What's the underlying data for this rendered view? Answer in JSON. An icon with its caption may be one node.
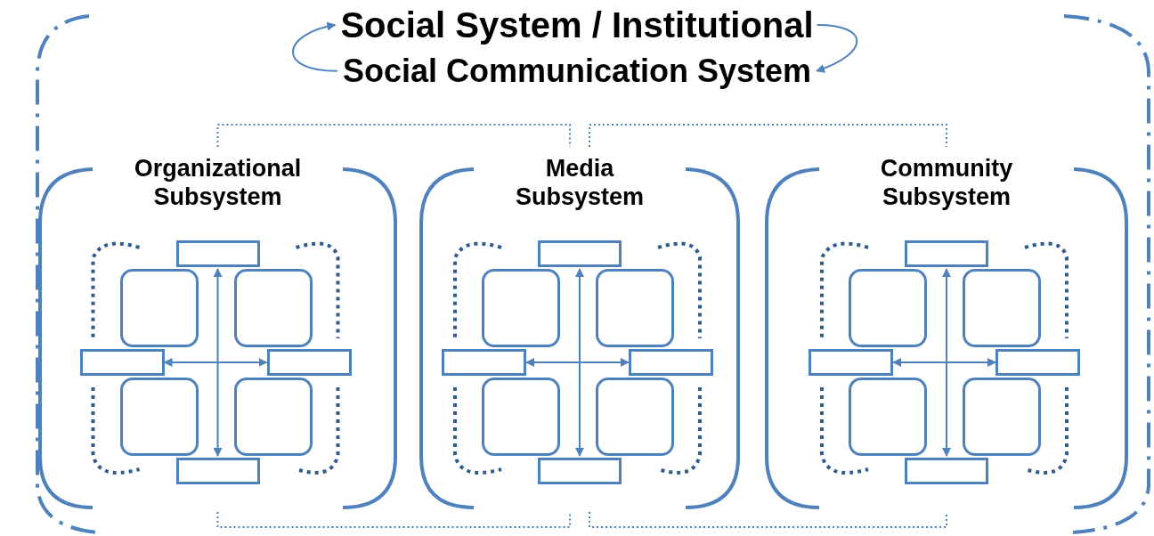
{
  "diagram": {
    "nodes": [
      {
        "text": [
          "Social System / Institutional"
        ]
      },
      {
        "text": [
          "Social Communication System"
        ]
      },
      {
        "text": [
          "Organizational Subsystem"
        ]
      },
      {
        "text": [],
        "shape": "box",
        "in": 2
      },
      {
        "text": [],
        "shape": "square",
        "in": 2
      },
      {
        "text": [],
        "shape": "square",
        "in": 2
      },
      {
        "text": [],
        "shape": "box",
        "in": 2
      },
      {
        "text": [],
        "shape": "box",
        "in": 2
      },
      {
        "text": [],
        "shape": "square",
        "in": 2
      },
      {
        "text": [],
        "shape": "square",
        "in": 2
      },
      {
        "text": [],
        "shape": "box",
        "in": 2
      },
      {
        "text": [
          "Media Subsystem"
        ]
      },
      {
        "text": [],
        "shape": "box",
        "in": 11
      },
      {
        "text": [],
        "shape": "square",
        "in": 11
      },
      {
        "text": [],
        "shape": "square",
        "in": 11
      },
      {
        "text": [],
        "shape": "box",
        "in": 11
      },
      {
        "text": [],
        "shape": "box",
        "in": 11
      },
      {
        "text": [],
        "shape": "square",
        "in": 11
      },
      {
        "text": [],
        "shape": "square",
        "in": 11
      },
      {
        "text": [],
        "shape": "box",
        "in": 11
      },
      {
        "text": [
          "Community Subsystem"
        ]
      },
      {
        "text": [],
        "shape": "box",
        "in": 20
      },
      {
        "text": [],
        "shape": "square",
        "in": 20
      },
      {
        "text": [],
        "shape": "square",
        "in": 20
      },
      {
        "text": [],
        "shape": "box",
        "in": 20
      },
      {
        "text": [],
        "shape": "box",
        "in": 20
      },
      {
        "text": [],
        "shape": "square",
        "in": 20
      },
      {
        "text": [],
        "shape": "square",
        "in": 20
      },
      {
        "text": [],
        "shape": "box",
        "in": 20
      }
    ],
    "edges": [
      {
        "from": 0,
        "to": 1,
        "arrow": "to"
      },
      {
        "from": 1,
        "to": 0,
        "arrow": "to"
      },
      {
        "from": 2,
        "to": 11,
        "arrow": "none",
        "style": "dashed"
      },
      {
        "from": 11,
        "to": 20,
        "arrow": "none",
        "style": "dashed"
      },
      {
        "from": 2,
        "to": 11,
        "arrow": "none",
        "style": "dashed"
      },
      {
        "from": 11,
        "to": 20,
        "arrow": "none",
        "style": "dashed"
      },
      {
        "from": 3,
        "to": 10,
        "arrow": "both"
      },
      {
        "from": 6,
        "to": 7,
        "arrow": "both"
      },
      {
        "from": 12,
        "to": 19,
        "arrow": "both"
      },
      {
        "from": 15,
        "to": 16,
        "arrow": "both"
      },
      {
        "from": 21,
        "to": 28,
        "arrow": "both"
      },
      {
        "from": 24,
        "to": 25,
        "arrow": "both"
      }
    ]
  }
}
